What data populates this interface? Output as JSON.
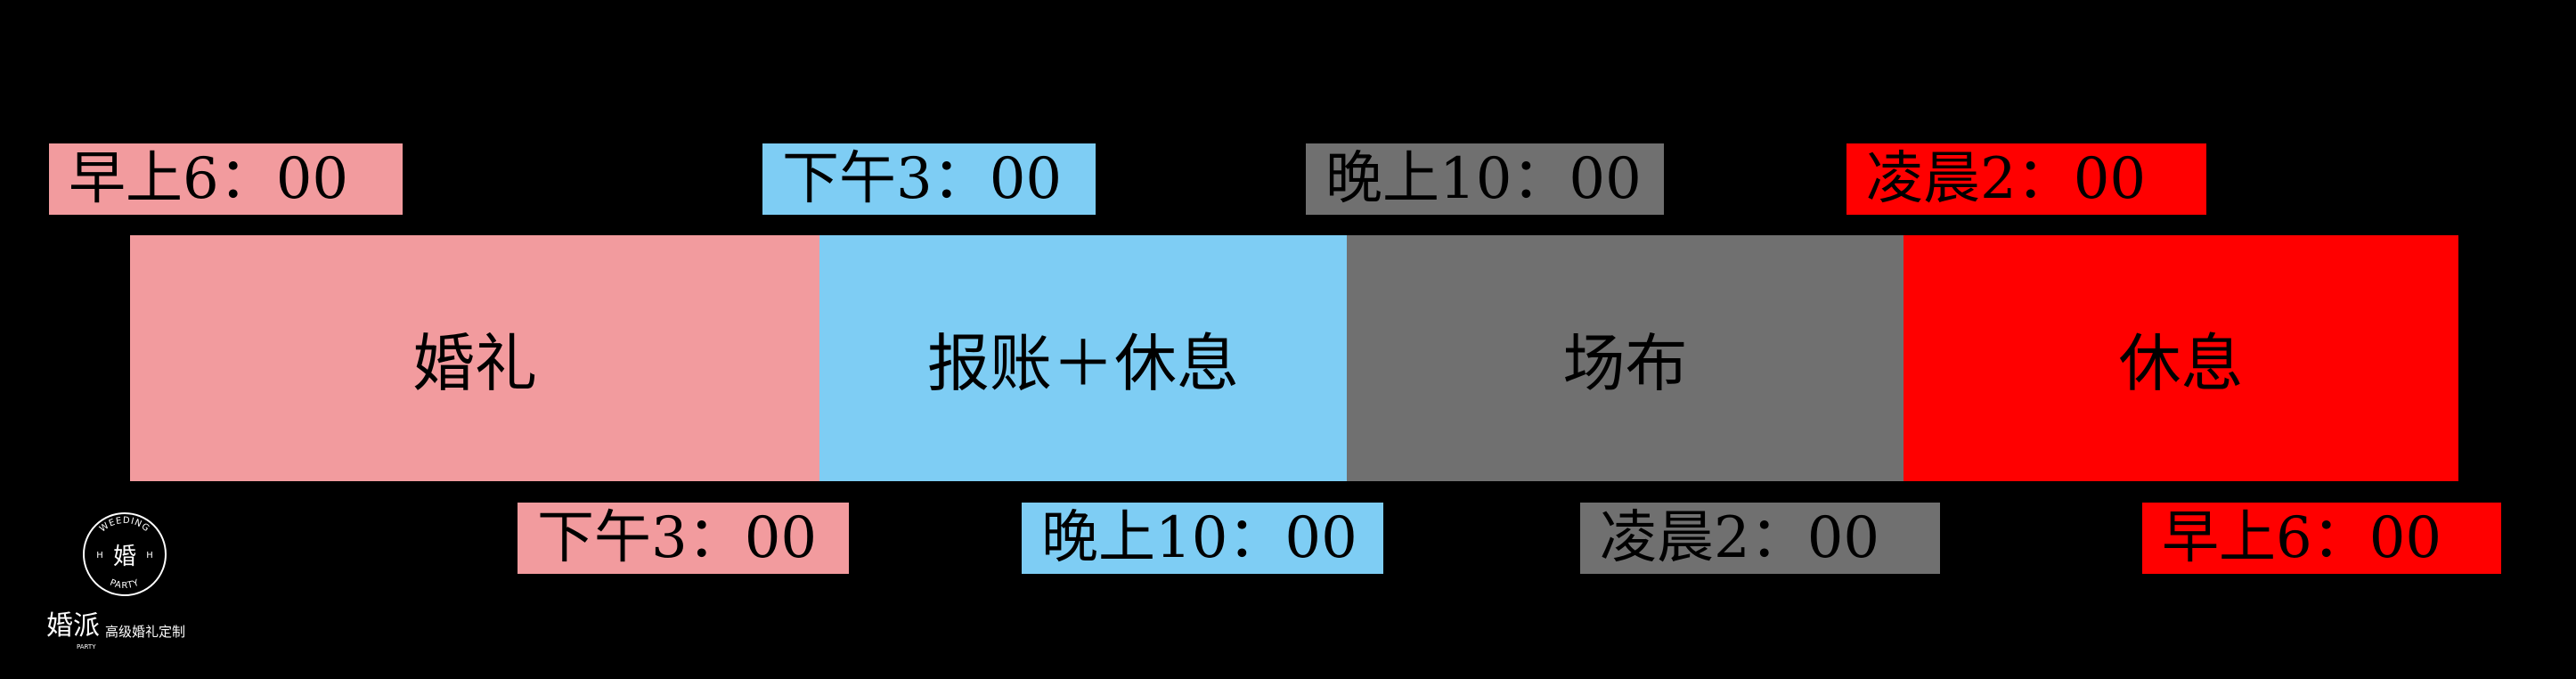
{
  "colors": {
    "pink": "#f29b9e",
    "blue": "#7ecdf4",
    "gray": "#707070",
    "red": "#ff0000"
  },
  "top_labels": [
    "早上6：00",
    "下午3：00",
    "晚上10：00",
    "凌晨2：00"
  ],
  "segments": [
    "婚礼",
    "报账＋休息",
    "场布",
    "休息"
  ],
  "bottom_labels": [
    "下午3：00",
    "晚上10：00",
    "凌晨2：00",
    "早上6：00"
  ],
  "logo": {
    "ring_top": "WEEDING",
    "ring_bottom": "PARTY",
    "center": "婚",
    "side": "H",
    "brand": "婚派",
    "brand_sub": "PARTY",
    "tagline": "高级婚礼定制"
  }
}
